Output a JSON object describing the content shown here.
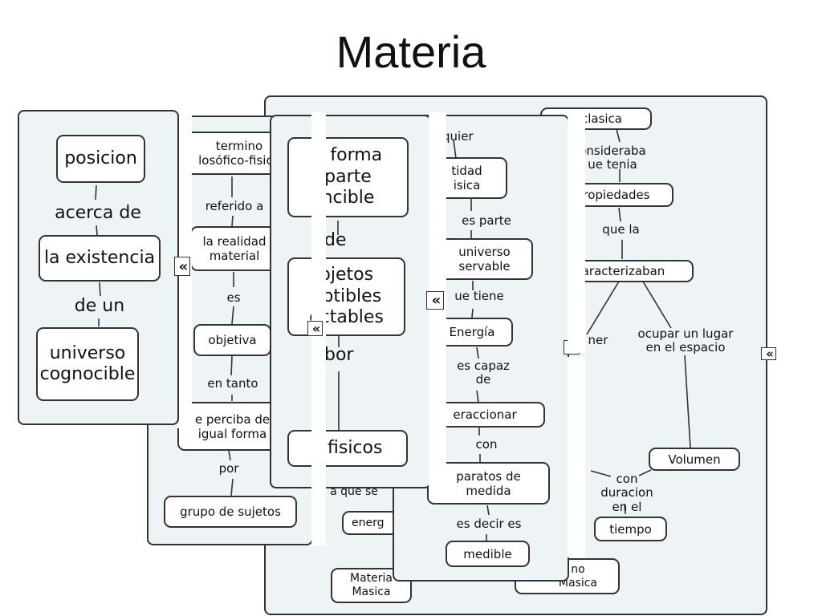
{
  "title": "Materia",
  "panel1": {
    "nodes": {
      "posicion": "posicion",
      "existencia": "la existencia",
      "universo": "universo\ncognocible"
    },
    "labels": {
      "acerca": "acerca de",
      "deun": "de un"
    }
  },
  "panel2": {
    "nodes": {
      "termino": "termino\nlosófico-fisico",
      "realidad": "la realidad\nmaterial",
      "objetiva": "objetiva",
      "perciba": "e perciba de\nigual forma",
      "grupo": "grupo de sujetos"
    },
    "labels": {
      "referido": "referido a",
      "es": "es",
      "entanto": "en tanto",
      "por": "por"
    }
  },
  "panel3": {
    "nodes": {
      "forma": "e forma\nparte\nncible",
      "objetos": "bjetos\neptibles\nectables",
      "fisicos": "s fisicos"
    },
    "labels": {
      "de": "de",
      "por": "bor"
    }
  },
  "panel4": {
    "nodes": {
      "cantidad": "tidad\nisica",
      "universo": "universo\nservable",
      "energia": "Energía",
      "interaccionar": "eraccionar",
      "aparatos": "paratos de\nmedida",
      "medible": "medible"
    },
    "labels": {
      "quier": "quier",
      "esparte": "es parte",
      "quetiene": "ue tiene",
      "escapaz": "es capaz\nde",
      "con": "con",
      "esdecir": "es decir es"
    }
  },
  "panel5": {
    "nodes": {
      "clasica": "a clasica",
      "propiedades": "ropiedades",
      "caracterizaban": "aracterizaban",
      "volumen": "Volumen",
      "tiempo": "tiempo",
      "materia_masica": "Materia\nMasica",
      "no_masica": "no\nMasica",
      "energ": "energ"
    },
    "labels": {
      "consideraba": "onsideraba\nue tenia",
      "quela": "que la",
      "tener": "ner",
      "ocupar": "ocupar un lugar\nen el espacio",
      "conduracion": "con\nduracion\nen el",
      "queser": "a que se"
    }
  },
  "collapse_glyph": "«",
  "colors": {
    "panel_bg": "#eef3f6",
    "border": "#333333",
    "node_bg": "#ffffff"
  }
}
